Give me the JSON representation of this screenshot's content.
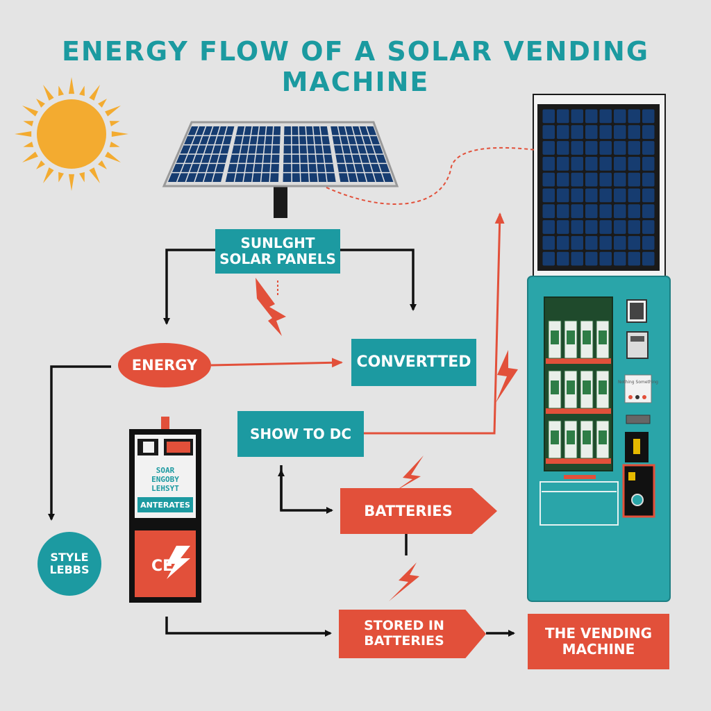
{
  "title": "ENERGY FLOW OF A SOLAR VENDING MACHINE",
  "labels": {
    "sunlight_line1": "SUNLGHT",
    "sunlight_line2": "SOLAR PANELS",
    "energy": "ENERGY",
    "converted": "CONVERTTED",
    "show_dc": "SHOW TO  DC",
    "batteries": "BATTERIES",
    "stored_line1": "STORED IN",
    "stored_line2": "BATTERIES",
    "vending_line1": "THE   VENDING",
    "vending_line2": "MACHINE",
    "style_line1": "STYLE",
    "style_line2": "LEBBS"
  },
  "battery_unit": {
    "text_line1": "SOAR",
    "text_line2": "ENGOBY",
    "text_line3": "LEHSYT",
    "strip": "ANTERATES",
    "mark": "CE"
  },
  "vending_panel_text": "Nothing Something",
  "colors": {
    "background": "#e4e4e4",
    "teal": "#1c9aa1",
    "red": "#e2503a",
    "sun": "#f3ab30",
    "panel_blue": "#163c70",
    "arrow": "#111111"
  }
}
